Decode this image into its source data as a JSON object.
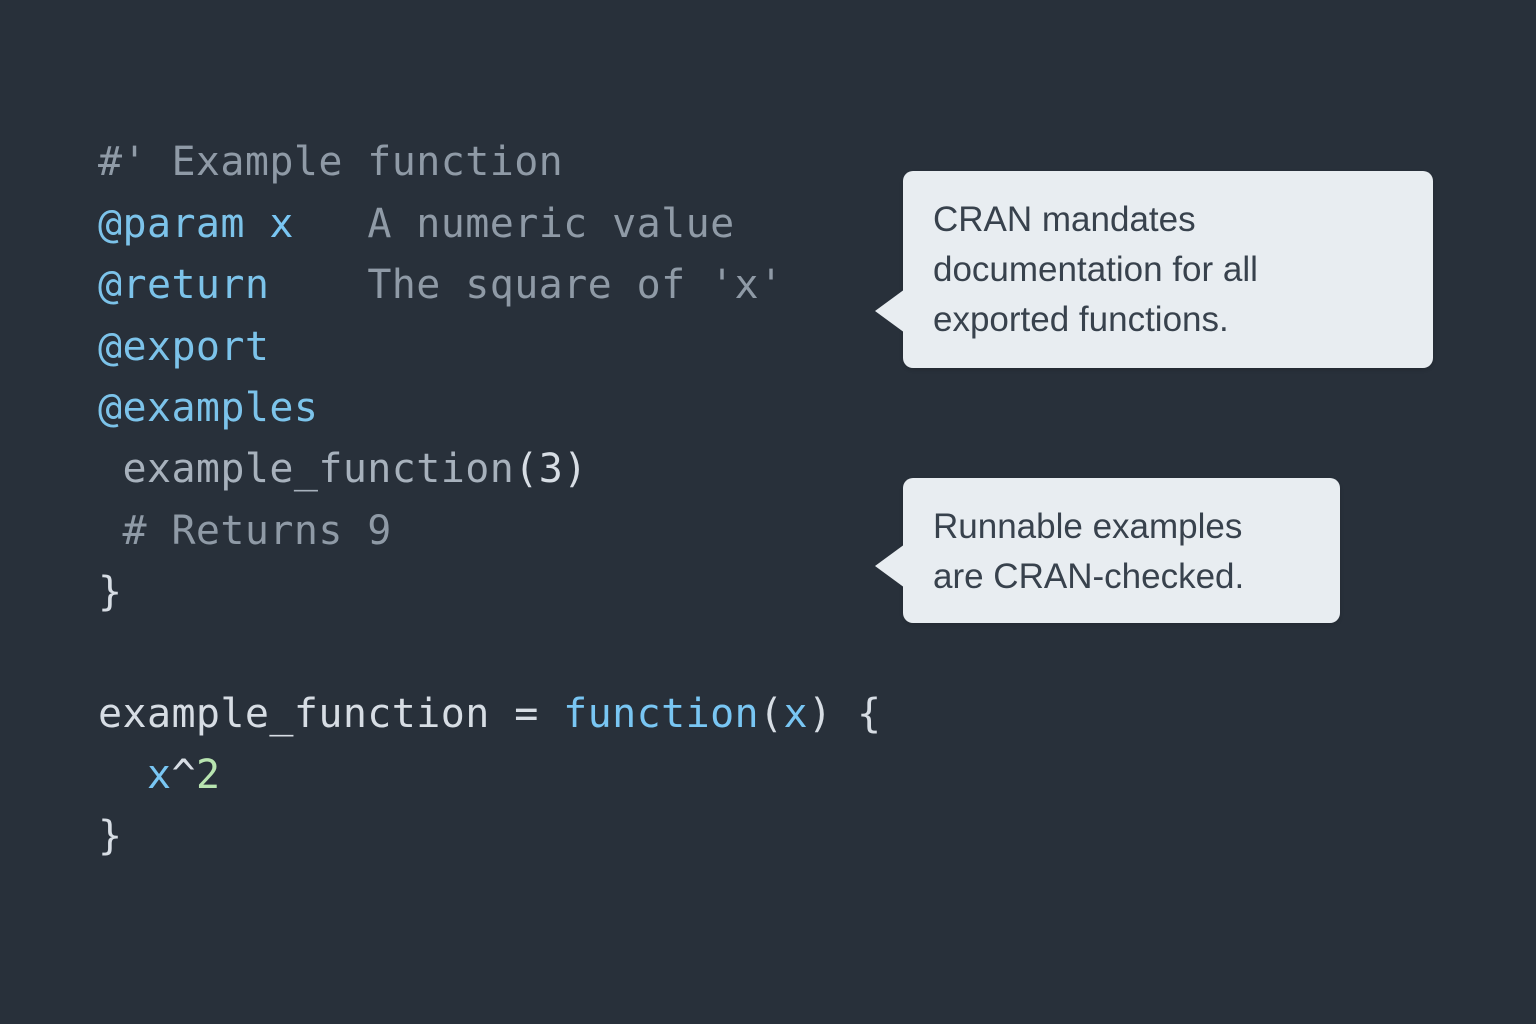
{
  "code": {
    "line1": {
      "hash": "#",
      "marker": "'",
      "label": "Example function"
    },
    "line2": {
      "tag": "@param",
      "name": "x",
      "desc": "A numeric value"
    },
    "line3": {
      "tag": "@return",
      "desc": "The square of 'x'"
    },
    "line4": {
      "tag": "@export"
    },
    "line5": {
      "tag": "@examples"
    },
    "line6": {
      "call_name": "example_function",
      "open": "(",
      "arg": "3",
      "close": ")"
    },
    "line7": {
      "comment": "# Returns 9"
    },
    "line8": {
      "brace": "}"
    },
    "line9": {
      "name": "example_function",
      "assign": "=",
      "keyword": "function",
      "open": "(",
      "param": "x",
      "close": ")",
      "brace": "{"
    },
    "line10": {
      "var": "x",
      "op": "^",
      "num": "2"
    },
    "line11": {
      "brace": "}"
    }
  },
  "callouts": [
    {
      "lines": [
        "CRAN mandates",
        "documentation for all",
        "exported functions."
      ]
    },
    {
      "lines": [
        "Runnable examples",
        "are CRAN-checked."
      ]
    }
  ],
  "colors": {
    "background": "#28303a",
    "code_text": "#d7dde4",
    "comment": "#8f9aa6",
    "tag": "#7cc3ea",
    "keyword": "#79c6f3",
    "number": "#b8e4b0",
    "callout_background": "#e8edf1",
    "callout_text": "#38424d"
  }
}
